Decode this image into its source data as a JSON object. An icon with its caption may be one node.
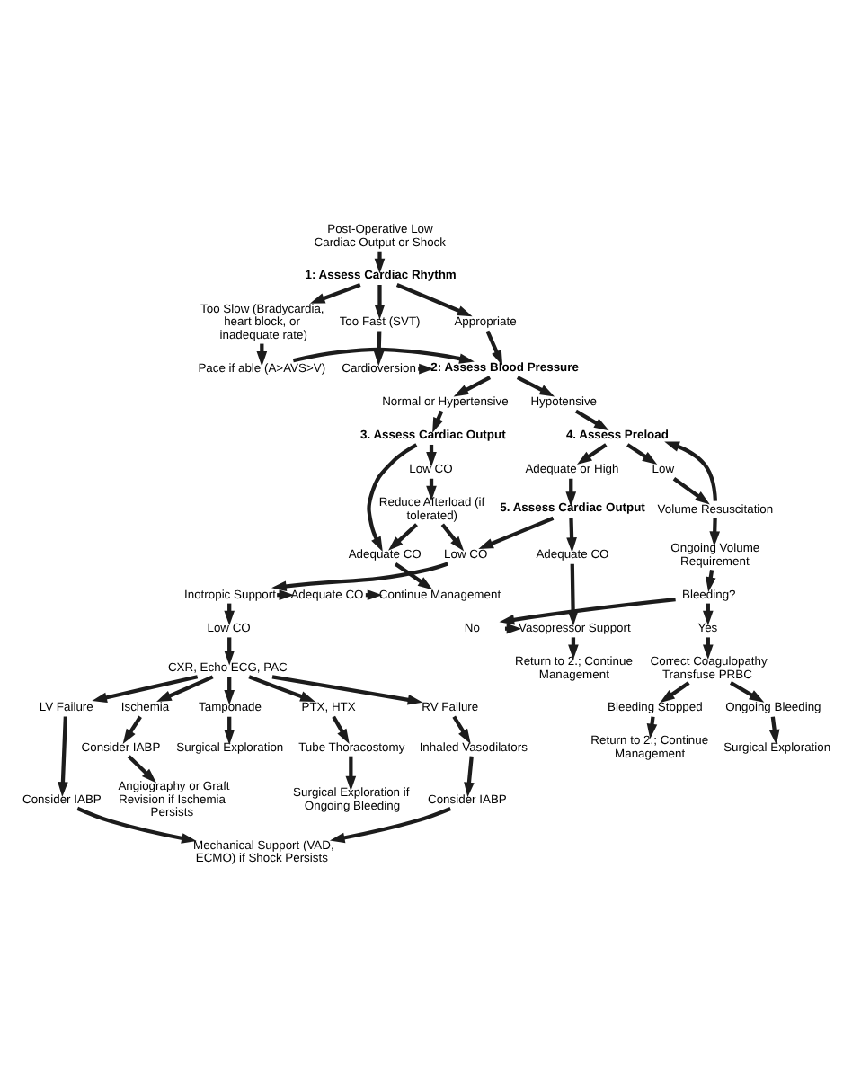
{
  "diagram": {
    "nodes": [
      {
        "text": [
          "Post-Operative Low Cardiac Output or Shock"
        ]
      },
      {
        "text": [
          "1: Assess Cardiac Rhythm"
        ]
      },
      {
        "text": [
          "Too Slow (Bradycardia, heart block, or inadequate rate)"
        ]
      },
      {
        "text": [
          "Appropriate"
        ]
      },
      {
        "text": [
          "Too Fast (SVT)"
        ]
      },
      {
        "text": [
          "Pace if able (A>AVS>V)"
        ]
      },
      {
        "text": [
          "2: Assess Blood Pressure"
        ]
      },
      {
        "text": [
          "Cardioversion"
        ]
      },
      {
        "text": [
          "Normal or Hypertensive"
        ]
      },
      {
        "text": [
          "Hypotensive"
        ]
      },
      {
        "text": [
          "3. Assess Cardiac Output"
        ]
      },
      {
        "text": [
          "4. Assess Preload"
        ]
      },
      {
        "text": [
          "Low CO"
        ]
      },
      {
        "text": [
          "Adequate or High"
        ]
      },
      {
        "text": [
          "Low"
        ]
      },
      {
        "text": [
          "Reduce Afterload (if tolerated)"
        ]
      },
      {
        "text": [
          "5. Assess Cardiac Output"
        ]
      },
      {
        "text": [
          "Volume Resuscitation"
        ]
      },
      {
        "text": [
          "Adequate CO"
        ]
      },
      {
        "text": [
          "Low CO"
        ]
      },
      {
        "text": [
          "Adequate CO"
        ]
      },
      {
        "text": [
          "Ongoing Volume Requirement"
        ]
      },
      {
        "text": [
          "Continue Management"
        ]
      },
      {
        "text": [
          "Adequate CO"
        ]
      },
      {
        "text": [
          "Inotropic Support"
        ]
      },
      {
        "text": [
          "Bleeding?"
        ]
      },
      {
        "text": [
          "Low CO"
        ]
      },
      {
        "text": [
          "Vasopressor Support"
        ]
      },
      {
        "text": [
          "No"
        ]
      },
      {
        "text": [
          "Yes"
        ]
      },
      {
        "text": [
          "CXR, Echo ECG, PAC"
        ]
      },
      {
        "text": [
          "Return to 2.; Continue Management"
        ]
      },
      {
        "text": [
          "Correct Coagulopathy Transfuse PRBC"
        ]
      },
      {
        "text": [
          "RV Failure"
        ]
      },
      {
        "text": [
          "LV Failure"
        ]
      },
      {
        "text": [
          "Ischemia"
        ]
      },
      {
        "text": [
          "Tamponade"
        ]
      },
      {
        "text": [
          "PTX, HTX"
        ]
      },
      {
        "text": [
          "Inhaled Vasodilators"
        ]
      },
      {
        "text": [
          "Consider IABP"
        ]
      },
      {
        "text": [
          "Consider IABP"
        ]
      },
      {
        "text": [
          "Surgical Exploration"
        ]
      },
      {
        "text": [
          "Tube Thoracostomy"
        ]
      },
      {
        "text": [
          "Ongoing Bleeding"
        ]
      },
      {
        "text": [
          "Bleeding Stopped"
        ]
      },
      {
        "text": [
          "Consider IABP"
        ]
      },
      {
        "text": [
          "Angiography or Graft Revision if Ischemia Persists"
        ]
      },
      {
        "text": [
          "Surgical Exploration if Ongoing Bleeding"
        ]
      },
      {
        "text": [
          "Surgical Exploration"
        ]
      },
      {
        "text": [
          "Return to 2.; Continue Management"
        ]
      },
      {
        "text": [
          "Mechanical Support (VAD, ECMO) if Shock Persists"
        ]
      }
    ],
    "edges": [
      {
        "from": 0,
        "to": 1,
        "arrow": "to"
      },
      {
        "from": 1,
        "to": 2,
        "arrow": "to"
      },
      {
        "from": 1,
        "to": 3,
        "arrow": "to"
      },
      {
        "from": 1,
        "to": 4,
        "arrow": "to"
      },
      {
        "from": 2,
        "to": 5,
        "arrow": "to"
      },
      {
        "from": 3,
        "to": 6,
        "arrow": "to"
      },
      {
        "from": 4,
        "to": 7,
        "arrow": "to"
      },
      {
        "from": 5,
        "to": 6,
        "arrow": "to"
      },
      {
        "from": 7,
        "to": 6,
        "arrow": "to"
      },
      {
        "from": 6,
        "to": 8,
        "arrow": "to"
      },
      {
        "from": 6,
        "to": 9,
        "arrow": "to"
      },
      {
        "from": 8,
        "to": 10,
        "arrow": "to"
      },
      {
        "from": 9,
        "to": 11,
        "arrow": "to"
      },
      {
        "from": 10,
        "to": 18,
        "arrow": "to"
      },
      {
        "from": 10,
        "to": 12,
        "arrow": "to"
      },
      {
        "from": 11,
        "to": 13,
        "arrow": "to"
      },
      {
        "from": 11,
        "to": 14,
        "arrow": "to"
      },
      {
        "from": 12,
        "to": 15,
        "arrow": "to"
      },
      {
        "from": 13,
        "to": 16,
        "arrow": "to"
      },
      {
        "from": 14,
        "to": 17,
        "arrow": "to"
      },
      {
        "from": 17,
        "to": 11,
        "arrow": "to"
      },
      {
        "from": 15,
        "to": 18,
        "arrow": "to"
      },
      {
        "from": 15,
        "to": 19,
        "arrow": "to"
      },
      {
        "from": 16,
        "to": 19,
        "arrow": "to"
      },
      {
        "from": 16,
        "to": 20,
        "arrow": "to"
      },
      {
        "from": 17,
        "to": 21,
        "arrow": "to"
      },
      {
        "from": 18,
        "to": 22,
        "arrow": "to"
      },
      {
        "from": 19,
        "to": 24,
        "arrow": "to"
      },
      {
        "from": 24,
        "to": 23,
        "arrow": "to"
      },
      {
        "from": 23,
        "to": 22,
        "arrow": "to"
      },
      {
        "from": 21,
        "to": 25,
        "arrow": "to"
      },
      {
        "from": 24,
        "to": 26,
        "arrow": "to"
      },
      {
        "from": 25,
        "to": 28,
        "arrow": "to"
      },
      {
        "from": 25,
        "to": 29,
        "arrow": "to"
      },
      {
        "from": 20,
        "to": 27,
        "arrow": "to"
      },
      {
        "from": 28,
        "to": 27,
        "arrow": "to"
      },
      {
        "from": 26,
        "to": 30,
        "arrow": "to"
      },
      {
        "from": 27,
        "to": 31,
        "arrow": "to"
      },
      {
        "from": 29,
        "to": 32,
        "arrow": "to"
      },
      {
        "from": 30,
        "to": 33,
        "arrow": "to"
      },
      {
        "from": 30,
        "to": 34,
        "arrow": "to"
      },
      {
        "from": 30,
        "to": 35,
        "arrow": "to"
      },
      {
        "from": 30,
        "to": 36,
        "arrow": "to"
      },
      {
        "from": 30,
        "to": 37,
        "arrow": "to"
      },
      {
        "from": 32,
        "to": 43,
        "arrow": "to"
      },
      {
        "from": 32,
        "to": 44,
        "arrow": "to"
      },
      {
        "from": 33,
        "to": 38,
        "arrow": "to"
      },
      {
        "from": 34,
        "to": 39,
        "arrow": "to"
      },
      {
        "from": 35,
        "to": 40,
        "arrow": "to"
      },
      {
        "from": 36,
        "to": 41,
        "arrow": "to"
      },
      {
        "from": 37,
        "to": 42,
        "arrow": "to"
      },
      {
        "from": 43,
        "to": 48,
        "arrow": "to"
      },
      {
        "from": 44,
        "to": 49,
        "arrow": "to"
      },
      {
        "from": 38,
        "to": 45,
        "arrow": "to"
      },
      {
        "from": 40,
        "to": 46,
        "arrow": "to"
      },
      {
        "from": 42,
        "to": 47,
        "arrow": "to"
      },
      {
        "from": 39,
        "to": 50,
        "arrow": "to"
      },
      {
        "from": 45,
        "to": 50,
        "arrow": "to"
      }
    ]
  }
}
